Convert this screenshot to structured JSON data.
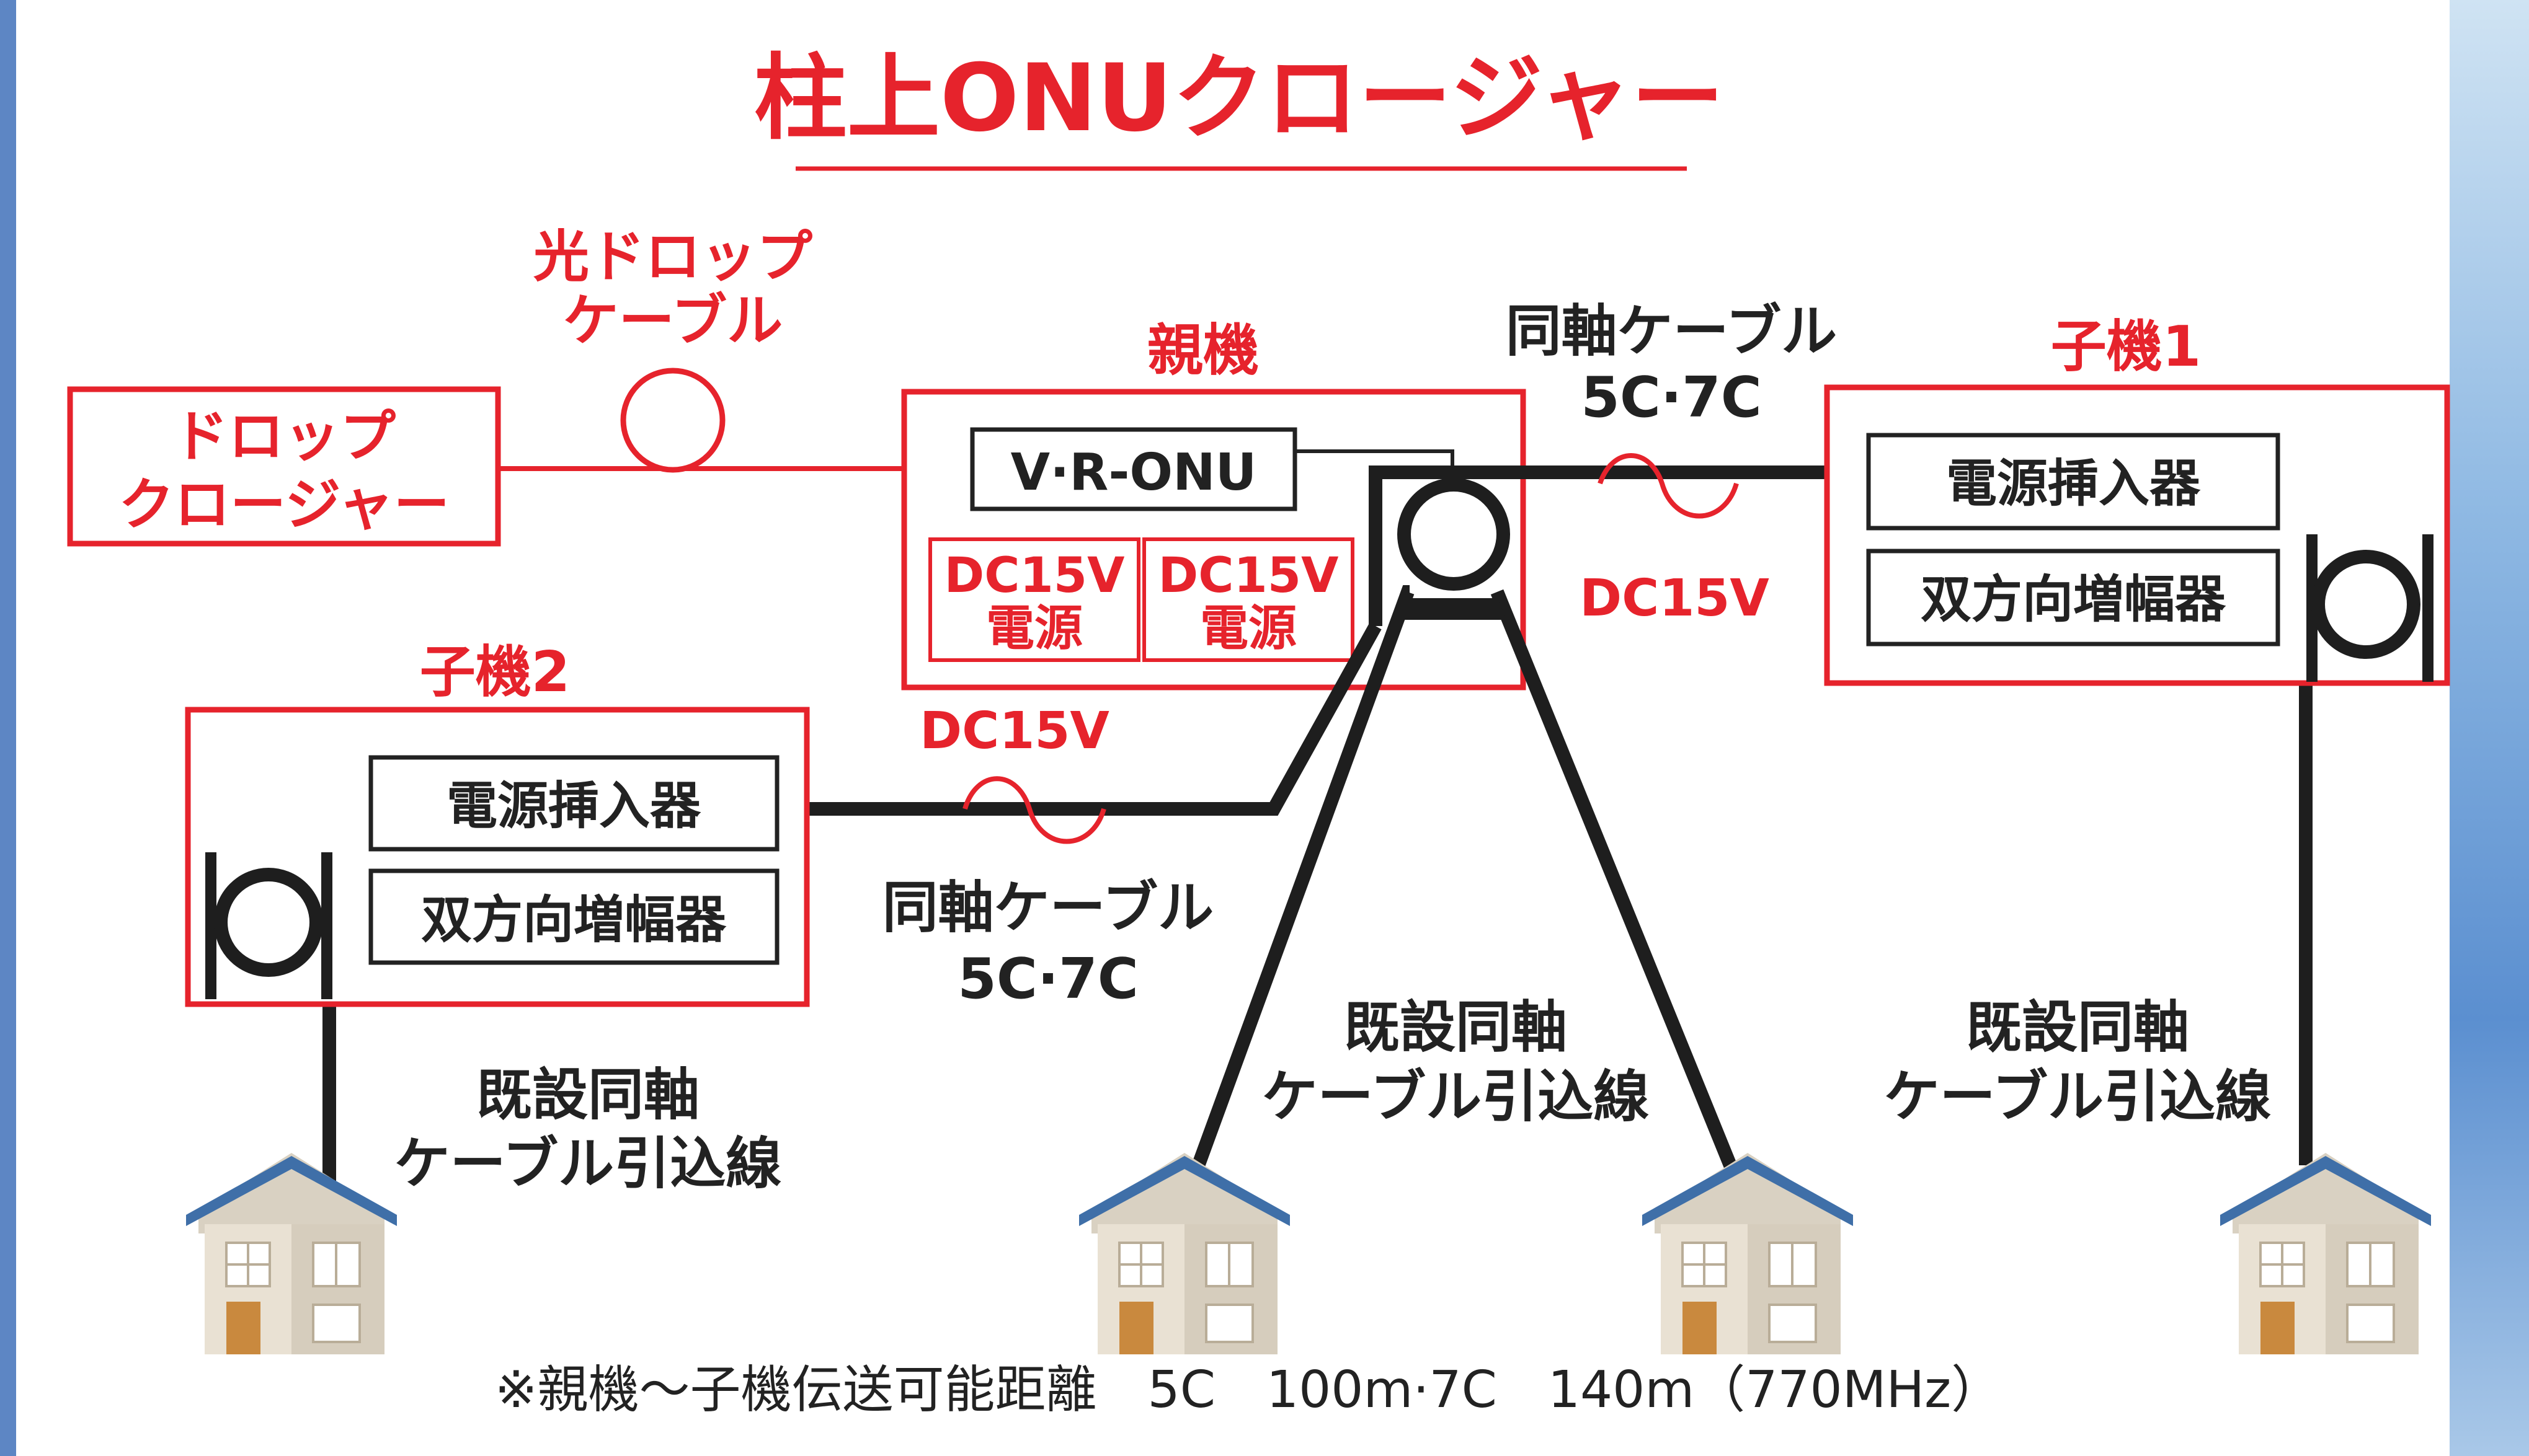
{
  "title": "柱上ONUクロージャー",
  "drop_closure": {
    "label_line1": "ドロップ",
    "label_line2": "クロージャー"
  },
  "fiber_cable": {
    "label_line1": "光ドロップ",
    "label_line2": "ケーブル"
  },
  "parent_unit": {
    "label": "親機",
    "onu": "V·R-ONU",
    "power_supplies": [
      {
        "line1": "DC15V",
        "line2": "電源"
      },
      {
        "line1": "DC15V",
        "line2": "電源"
      }
    ]
  },
  "child_unit_1": {
    "label": "子機1",
    "power_inserter": "電源挿入器",
    "amplifier": "双方向増幅器"
  },
  "child_unit_2": {
    "label": "子機2",
    "power_inserter": "電源挿入器",
    "amplifier": "双方向増幅器"
  },
  "coax_right": {
    "label_line1": "同軸ケーブル",
    "label_line2": "5C·7C",
    "voltage": "DC15V"
  },
  "coax_left": {
    "label_line1": "同軸ケーブル",
    "label_line2": "5C·7C",
    "voltage": "DC15V"
  },
  "drop_lines": [
    {
      "line1": "既設同軸",
      "line2": "ケーブル引込線"
    },
    {
      "line1": "既設同軸",
      "line2": "ケーブル引込線"
    },
    {
      "line1": "既設同軸",
      "line2": "ケーブル引込線"
    }
  ],
  "footnote": "※親機〜子機伝送可能距離　5C　100m·7C　140m（770MHz）",
  "colors": {
    "accent_red": "#e6232c",
    "cable_black": "#1e1e1e",
    "house_wall": "#e9e1d3",
    "house_roof": "#3f6fa8"
  }
}
